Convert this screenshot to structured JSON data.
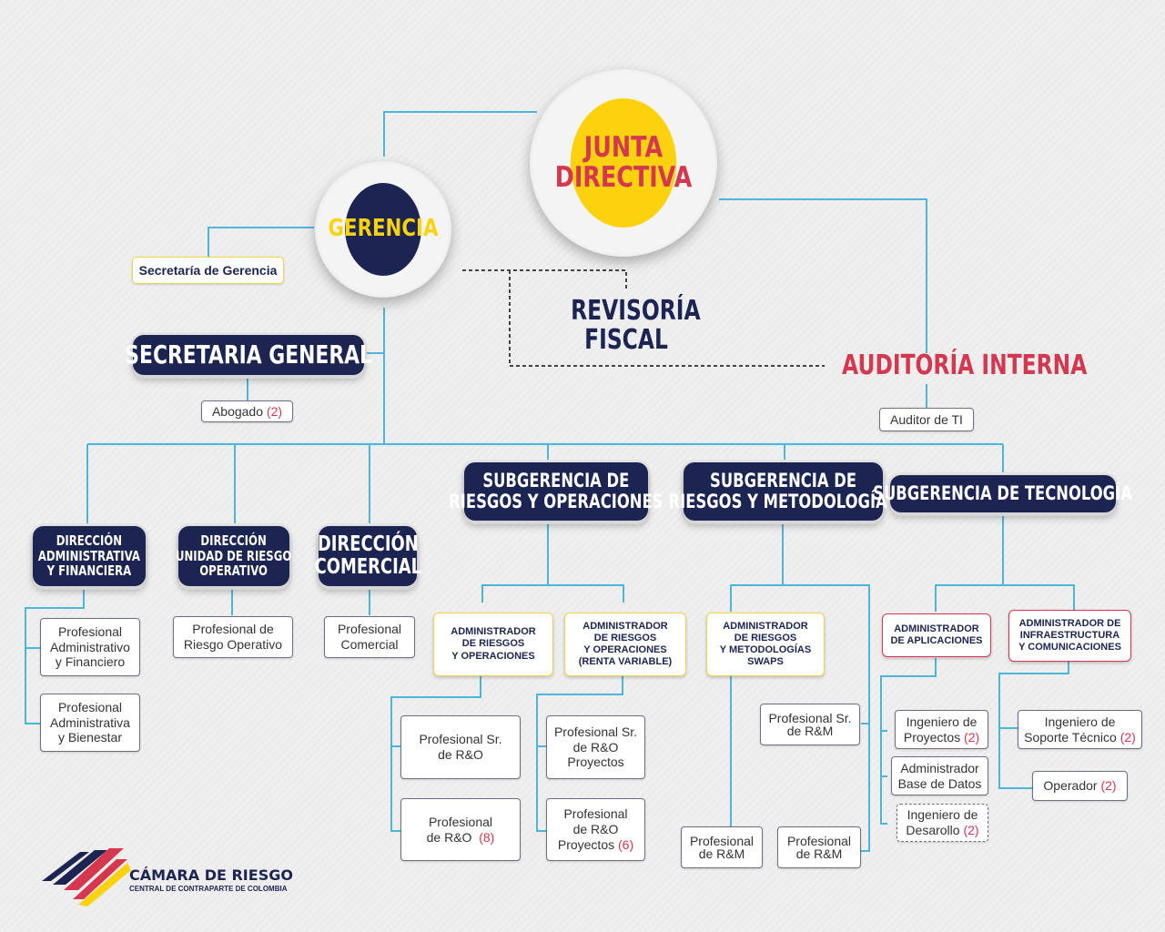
{
  "colors": {
    "navy": "#1c2451",
    "yellow": "#fcd20f",
    "red": "#d4374e",
    "line": "#4bb6d9"
  },
  "junta": {
    "line1": "JUNTA",
    "line2": "DIRECTIVA"
  },
  "gerencia": "GERENCIA",
  "secretaria_gerencia": "Secretaría de Gerencia",
  "revisoria": {
    "line1": "REVISORÍA",
    "line2": "FISCAL"
  },
  "auditoria_interna": "AUDITORÍA INTERNA",
  "auditor_ti": "Auditor de TI",
  "secretaria_general": "SECRETARIA GENERAL",
  "abogado": {
    "label": "Abogado",
    "count": "(2)"
  },
  "direcciones": {
    "admin": {
      "l1": "DIRECCIÓN",
      "l2": "ADMINISTRATIVA",
      "l3": "Y FINANCIERA"
    },
    "riesgo": {
      "l1": "DIRECCIÓN",
      "l2": "UNIDAD DE RIESGO",
      "l3": "OPERATIVO"
    },
    "comercial": {
      "l1": "DIRECCIÓN",
      "l2": "COMERCIAL"
    }
  },
  "profesionales": {
    "admin_fin": {
      "l1": "Profesional",
      "l2": "Administrativo",
      "l3": "y Financiero"
    },
    "admin_bien": {
      "l1": "Profesional",
      "l2": "Administrativa",
      "l3": "y Bienestar"
    },
    "riesgo_op": {
      "l1": "Profesional de",
      "l2": "Riesgo Operativo"
    },
    "comercial": {
      "l1": "Profesional",
      "l2": "Comercial"
    }
  },
  "subgerencias": {
    "ro": {
      "l1": "SUBGERENCIA DE",
      "l2": "RIESGOS Y OPERACIONES"
    },
    "rm": {
      "l1": "SUBGERENCIA DE",
      "l2": "RIESGOS Y METODOLOGÍAS"
    },
    "tec": {
      "l1": "SUBGERENCIA DE TECNOLOGÍA"
    }
  },
  "administradores": {
    "ro": {
      "l1": "ADMINISTRADOR",
      "l2": "DE RIESGOS",
      "l3": "Y OPERACIONES"
    },
    "rv": {
      "l1": "ADMINISTRADOR",
      "l2": "DE RIESGOS",
      "l3": "Y OPERACIONES",
      "l4": "(RENTA VARIABLE)"
    },
    "swaps": {
      "l1": "ADMINISTRADOR",
      "l2": "DE RIESGOS",
      "l3": "Y METODOLOGÍAS",
      "l4": "SWAPS"
    },
    "apps": {
      "l1": "ADMINISTRADOR",
      "l2": "DE APLICACIONES"
    },
    "infra": {
      "l1": "ADMINISTRADOR DE",
      "l2": "INFRAESTRUCTURA",
      "l3": "Y COMUNICACIONES"
    }
  },
  "ro_staff": {
    "sr": {
      "l1": "Profesional Sr.",
      "l2": "de R&O"
    },
    "prof": {
      "l1": "Profesional",
      "l2": "de R&O",
      "count": "(8)"
    }
  },
  "rv_staff": {
    "sr": {
      "l1": "Profesional Sr.",
      "l2": "de R&O",
      "l3": "Proyectos"
    },
    "prof": {
      "l1": "Profesional",
      "l2": "de R&O",
      "l3": "Proyectos",
      "count": "(6)"
    }
  },
  "rm_staff": {
    "sr": {
      "l1": "Profesional Sr.",
      "l2": "de R&M"
    },
    "prof1": {
      "l1": "Profesional",
      "l2": "de R&M"
    },
    "prof2": {
      "l1": "Profesional",
      "l2": "de R&M"
    }
  },
  "tec_staff": {
    "ing_proy": {
      "l1": "Ingeniero de",
      "l2": "Proyectos",
      "count": "(2)"
    },
    "admin_bd": {
      "l1": "Administrador",
      "l2": "Base de Datos"
    },
    "ing_des": {
      "l1": "Ingeniero de",
      "l2": "Desarollo",
      "count": "(2)"
    },
    "ing_sop": {
      "l1": "Ingeniero de",
      "l2": "Soporte Técnico",
      "count": "(2)"
    },
    "operador": {
      "label": "Operador",
      "count": "(2)"
    }
  },
  "logo": {
    "name": "CÁMARA DE RIESGO",
    "tagline": "CENTRAL DE CONTRAPARTE DE COLOMBIA"
  }
}
